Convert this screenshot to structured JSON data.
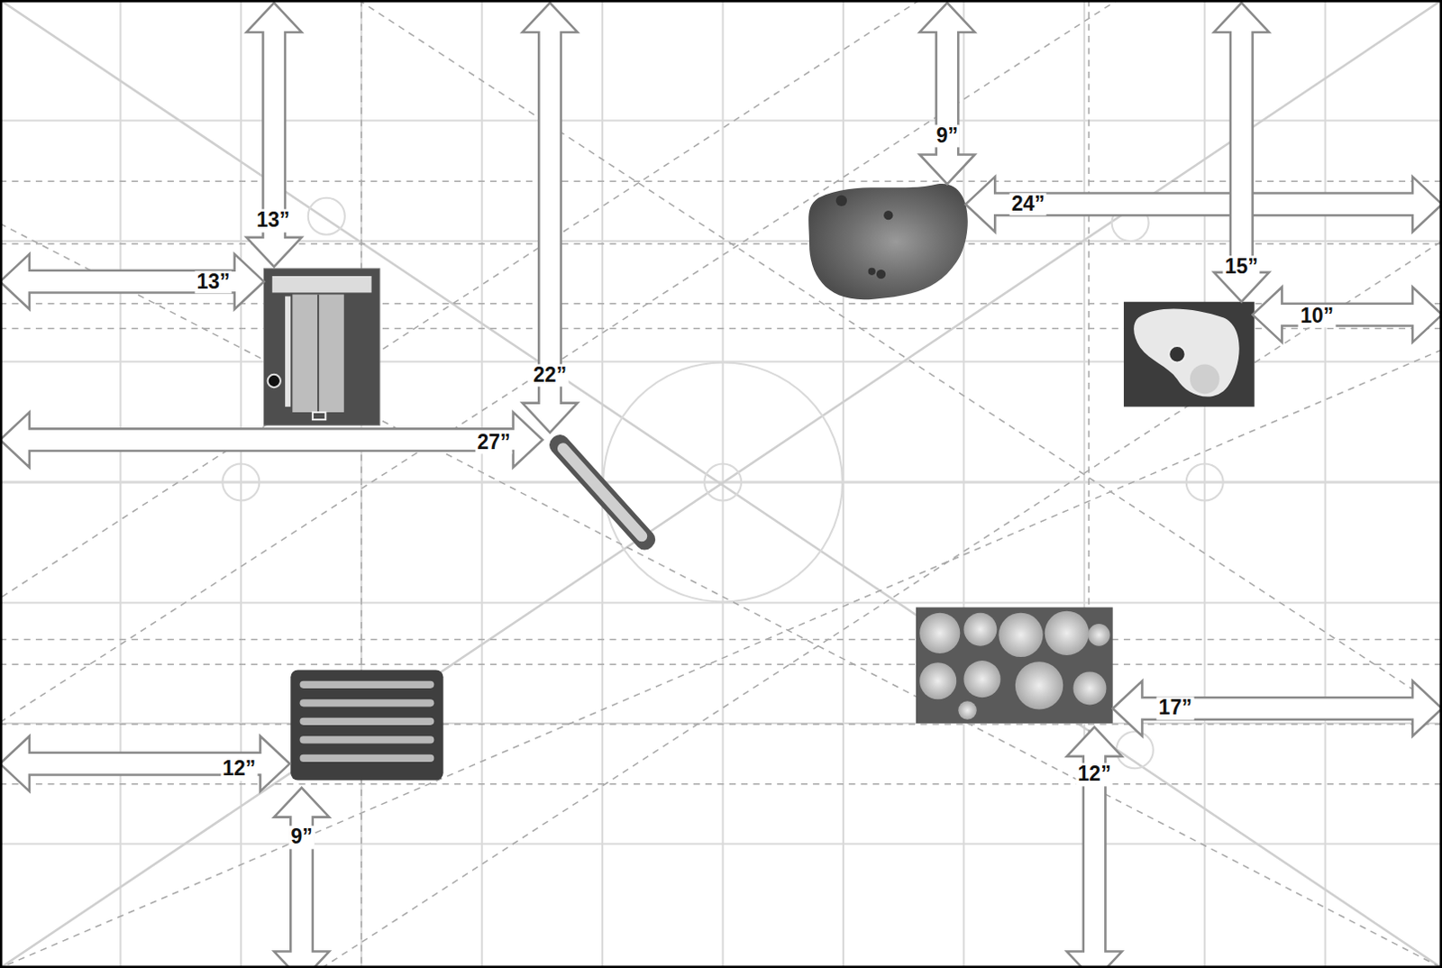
{
  "diagram": {
    "labels": [
      "9”",
      "24”",
      "13”",
      "15”",
      "13”",
      "10”",
      "22”",
      "27”",
      "17”",
      "12”",
      "12”",
      "9”"
    ]
  }
}
